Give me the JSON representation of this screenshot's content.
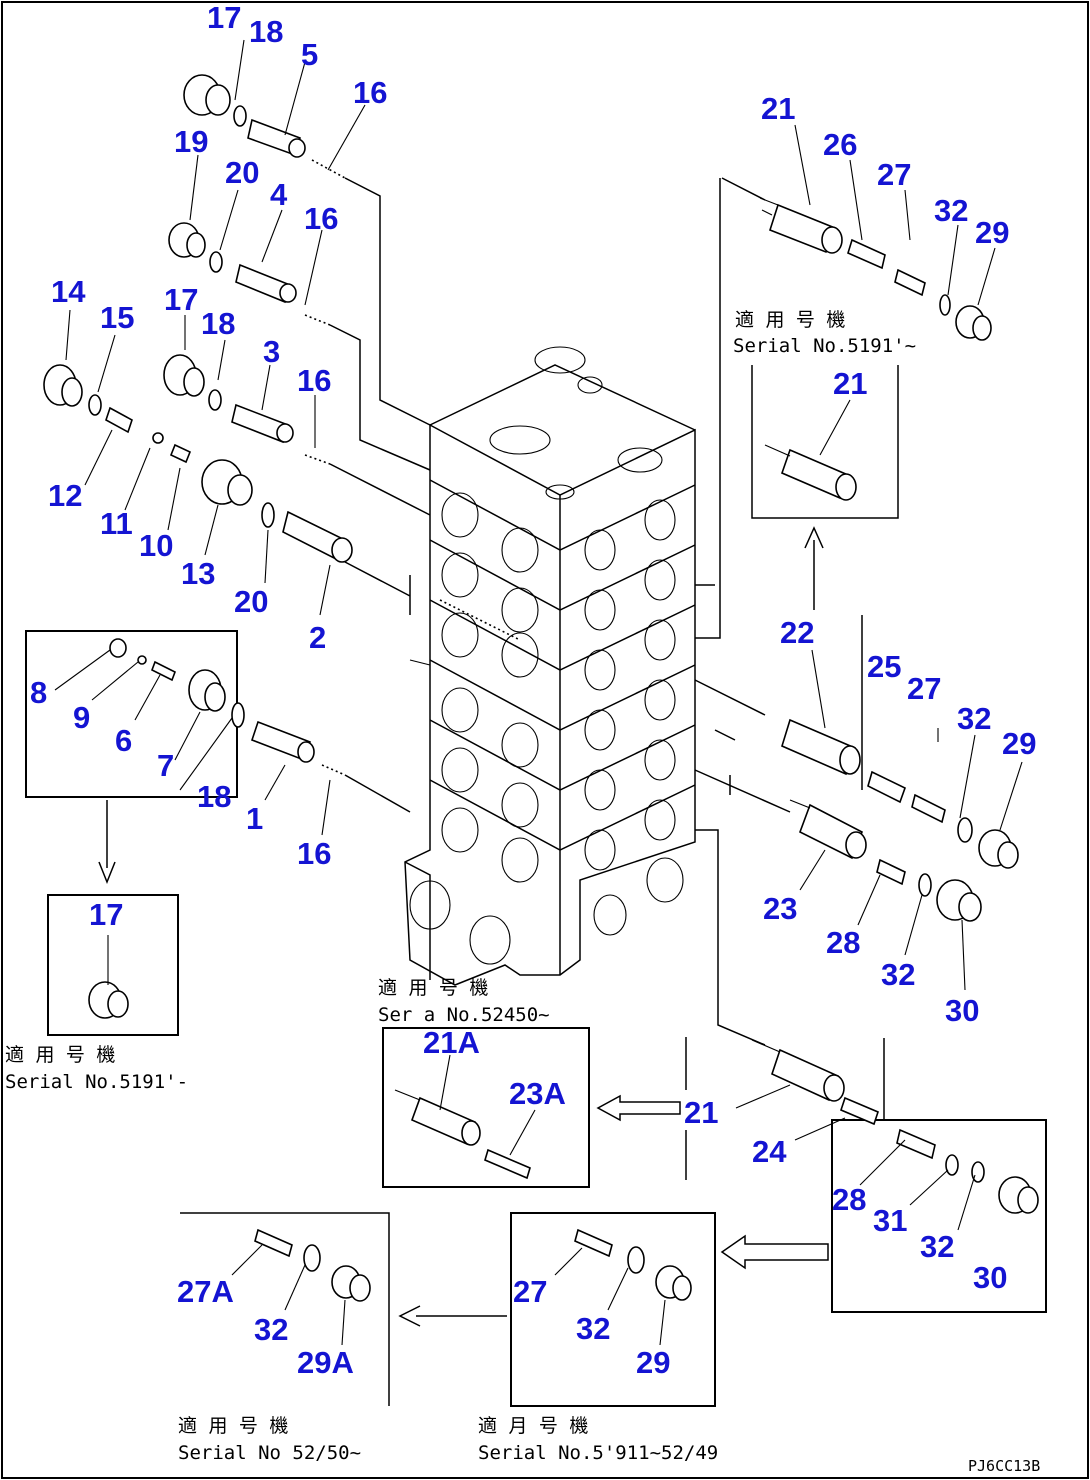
{
  "labels": [
    {
      "id": "a17",
      "text": "17"
    },
    {
      "id": "a18",
      "text": "18"
    },
    {
      "id": "a5",
      "text": "5"
    },
    {
      "id": "a16a",
      "text": "16"
    },
    {
      "id": "a19",
      "text": "19"
    },
    {
      "id": "a20a",
      "text": "20"
    },
    {
      "id": "a4",
      "text": "4"
    },
    {
      "id": "a16b",
      "text": "16"
    },
    {
      "id": "a14",
      "text": "14"
    },
    {
      "id": "a15",
      "text": "15"
    },
    {
      "id": "a17b",
      "text": "17"
    },
    {
      "id": "a18b",
      "text": "18"
    },
    {
      "id": "a3",
      "text": "3"
    },
    {
      "id": "a16c",
      "text": "16"
    },
    {
      "id": "a12",
      "text": "12"
    },
    {
      "id": "a11",
      "text": "11"
    },
    {
      "id": "a10",
      "text": "10"
    },
    {
      "id": "a13",
      "text": "13"
    },
    {
      "id": "a20b",
      "text": "20"
    },
    {
      "id": "a2",
      "text": "2"
    },
    {
      "id": "a8",
      "text": "8"
    },
    {
      "id": "a9",
      "text": "9"
    },
    {
      "id": "a6",
      "text": "6"
    },
    {
      "id": "a7",
      "text": "7"
    },
    {
      "id": "a18c",
      "text": "18"
    },
    {
      "id": "a1",
      "text": "1"
    },
    {
      "id": "a16d",
      "text": "16"
    },
    {
      "id": "a17c",
      "text": "17"
    },
    {
      "id": "b21",
      "text": "21"
    },
    {
      "id": "b26",
      "text": "26"
    },
    {
      "id": "b27",
      "text": "27"
    },
    {
      "id": "b32",
      "text": "32"
    },
    {
      "id": "b29",
      "text": "29"
    },
    {
      "id": "b21b",
      "text": "21"
    },
    {
      "id": "b22",
      "text": "22"
    },
    {
      "id": "b25",
      "text": "25"
    },
    {
      "id": "b27b",
      "text": "27"
    },
    {
      "id": "b32b",
      "text": "32"
    },
    {
      "id": "b29b",
      "text": "29"
    },
    {
      "id": "b23",
      "text": "23"
    },
    {
      "id": "b28",
      "text": "28"
    },
    {
      "id": "b32c",
      "text": "32"
    },
    {
      "id": "b30",
      "text": "30"
    },
    {
      "id": "c21A",
      "text": "21A"
    },
    {
      "id": "c23A",
      "text": "23A"
    },
    {
      "id": "c21",
      "text": "21"
    },
    {
      "id": "c24",
      "text": "24"
    },
    {
      "id": "c28",
      "text": "28"
    },
    {
      "id": "c31",
      "text": "31"
    },
    {
      "id": "c32",
      "text": "32"
    },
    {
      "id": "c30",
      "text": "30"
    },
    {
      "id": "d27A",
      "text": "27A"
    },
    {
      "id": "d32",
      "text": "32"
    },
    {
      "id": "d29A",
      "text": "29A"
    },
    {
      "id": "d27",
      "text": "27"
    },
    {
      "id": "d32b",
      "text": "32"
    },
    {
      "id": "d29",
      "text": "29"
    }
  ],
  "notes": {
    "n1_jp": "適 用 号 機",
    "n1_sn": "Serial No.5191'~",
    "n2_jp": "適 用 号 機",
    "n2_sn": "Serial No.5191'-",
    "n3_jp": "適 用 号 機",
    "n3_sn": "Ser a  No.52450~",
    "n4_jp": "適 用 号 機",
    "n4_sn": "Serial No 52/50~",
    "n5_jp": "適 月 号 機",
    "n5_sn": "Serial No.5'911~52/49"
  },
  "drawing_code": "PJ6CC13B"
}
